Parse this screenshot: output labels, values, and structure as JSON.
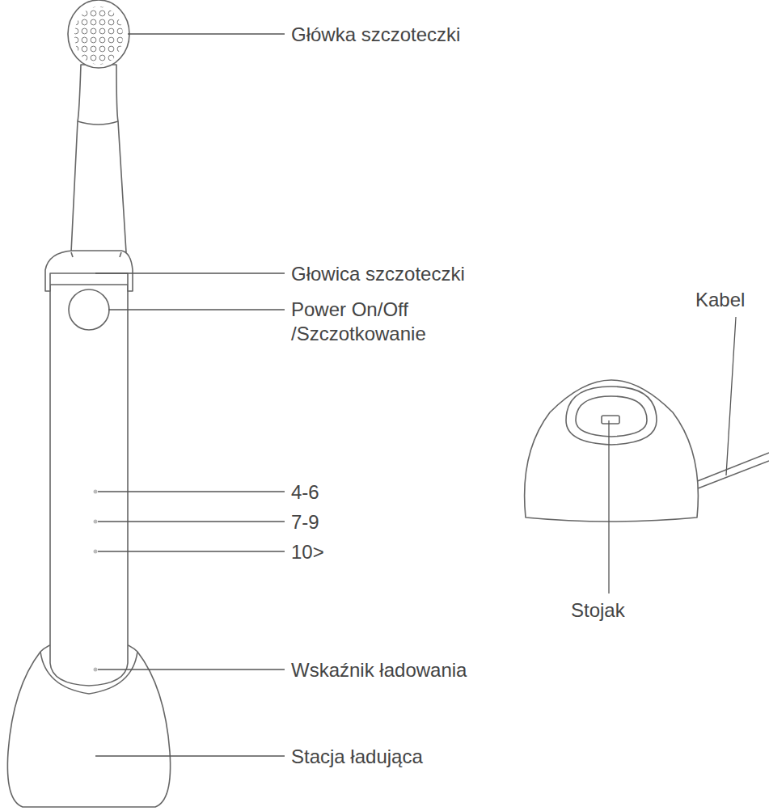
{
  "diagram": {
    "labels": [
      "Główka szczoteczki",
      "Głowica szczoteczki",
      "Power On/Off /Szczotkowanie",
      "4-6",
      "7-9",
      "10>",
      "Wskaźnik ładowania",
      "Stacja ładująca",
      "Kabel",
      "Stojak"
    ]
  }
}
